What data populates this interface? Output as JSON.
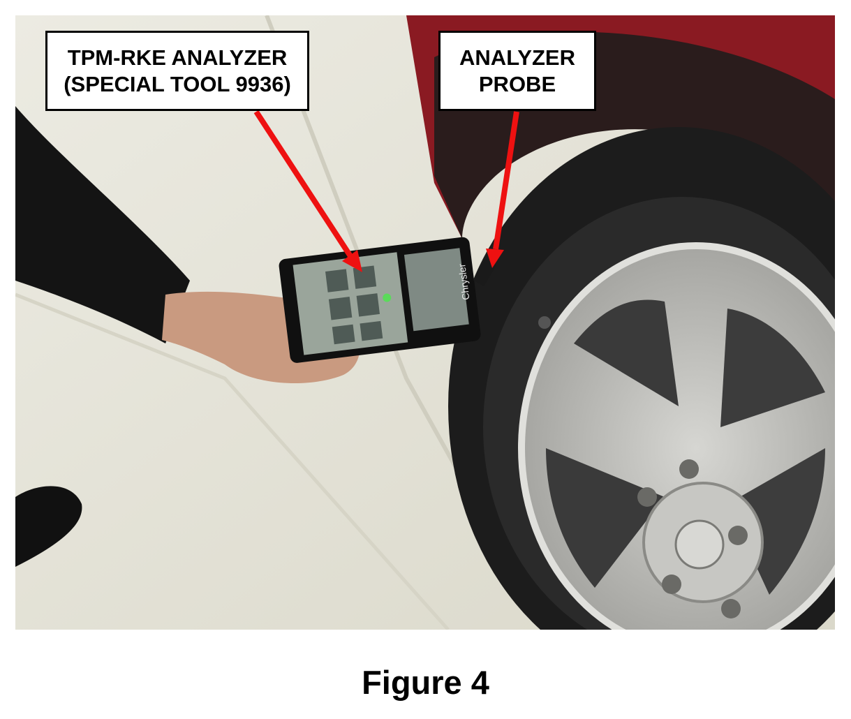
{
  "callouts": {
    "analyzer": {
      "line1": "TPM-RKE ANALYZER",
      "line2": "(SPECIAL TOOL 9936)"
    },
    "probe": {
      "line1": "ANALYZER",
      "line2": "PROBE"
    }
  },
  "caption": "Figure 4",
  "device_brand_text": "Chrysler",
  "colors": {
    "arrow": "#ee1111",
    "floor": "#e6e3d6",
    "car_body": "#8a1a22",
    "tire": "#1c1c1c",
    "wheel": "#b9b9b6"
  },
  "icons": [
    "hand",
    "analyzer-device",
    "tire",
    "alloy-wheel",
    "shoe",
    "arrow"
  ]
}
